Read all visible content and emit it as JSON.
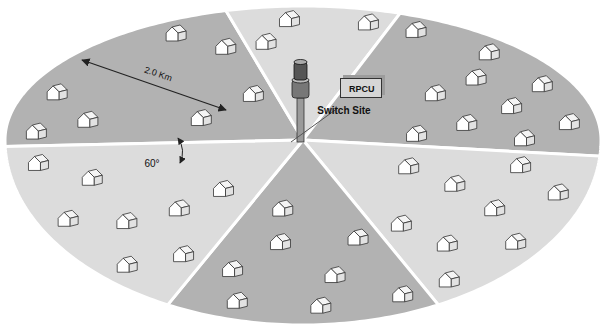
{
  "diagram": {
    "nodes": [
      {
        "text": [
          "RPCU"
        ]
      }
    ],
    "labels": [
      "Switch Site",
      "2.0 Km",
      "60°"
    ]
  }
}
